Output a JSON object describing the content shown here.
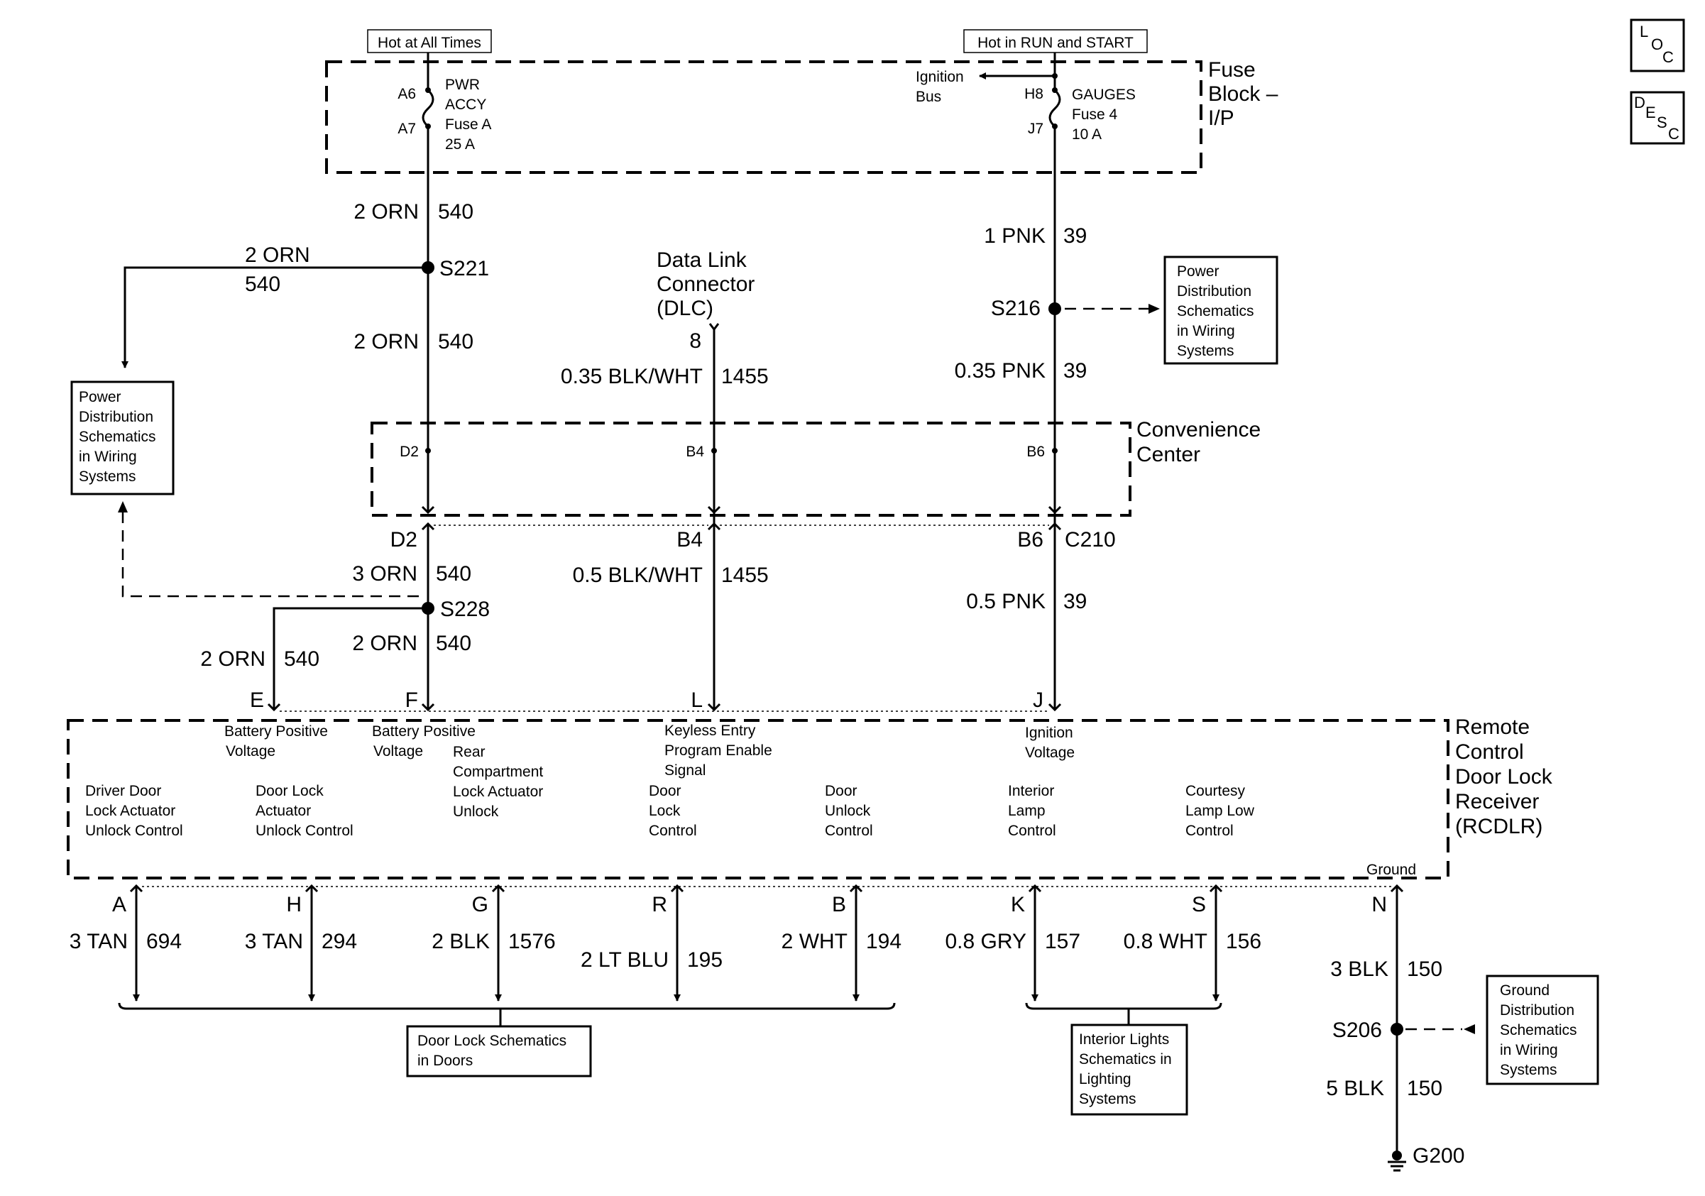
{
  "power": {
    "hot_all_times": "Hot at All Times",
    "hot_run_start": "Hot in RUN and START"
  },
  "fuse_block": {
    "title_1": "Fuse",
    "title_2": "Block –",
    "title_3": "I/P",
    "pwr_pin_in": "A6",
    "pwr_pin_out": "A7",
    "pwr_l1": "PWR",
    "pwr_l2": "ACCY",
    "pwr_l3": "Fuse A",
    "pwr_l4": "25 A",
    "ign_bus_1": "Ignition",
    "ign_bus_2": "Bus",
    "gauge_pin_in": "H8",
    "gauge_pin_out": "J7",
    "gauge_l1": "GAUGES",
    "gauge_l2": "Fuse 4",
    "gauge_l3": "10 A"
  },
  "wires": {
    "orn540_a_gauge": "2 ORN",
    "orn540_a_num": "540",
    "s221": "S221",
    "branch_gauge": "2 ORN",
    "branch_num": "540",
    "orn540_b_gauge": "2 ORN",
    "orn540_b_num": "540",
    "pnk39_a_gauge": "1 PNK",
    "pnk39_a_num": "39",
    "s216": "S216",
    "pnk39_b_gauge": "0.35 PNK",
    "pnk39_b_num": "39",
    "dlc_1": "Data Link",
    "dlc_2": "Connector",
    "dlc_3": "(DLC)",
    "dlc_pin": "8",
    "bw_a_gauge": "0.35 BLK/WHT",
    "bw_a_num": "1455",
    "conv_1": "Convenience",
    "conv_2": "Center",
    "cc_d2": "D2",
    "cc_b4": "B4",
    "cc_b6": "B6",
    "c210_d2": "D2",
    "c210_b4": "B4",
    "c210_b6": "B6",
    "c210": "C210",
    "orn540_c_gauge": "3 ORN",
    "orn540_c_num": "540",
    "bw_b_gauge": "0.5 BLK/WHT",
    "bw_b_num": "1455",
    "pnk39_c_gauge": "0.5 PNK",
    "pnk39_c_num": "39",
    "s228": "S228",
    "orn540_e_gauge": "2 ORN",
    "orn540_e_num": "540",
    "orn540_f_gauge": "2 ORN",
    "orn540_f_num": "540"
  },
  "refs": {
    "power_dist_left": [
      "Power",
      "Distribution",
      "Schematics",
      "in Wiring",
      "Systems"
    ],
    "power_dist_right": [
      "Power",
      "Distribution",
      "Schematics",
      "in Wiring",
      "Systems"
    ],
    "door_lock": [
      "Door Lock Schematics",
      "in Doors"
    ],
    "interior_lights": [
      "Interior Lights",
      "Schematics in",
      "Lighting",
      "Systems"
    ],
    "ground_dist": [
      "Ground",
      "Distribution",
      "Schematics",
      "in Wiring",
      "Systems"
    ]
  },
  "rcdlr": {
    "title": [
      "Remote",
      "Control",
      "Door Lock",
      "Receiver",
      "(RCDLR)"
    ],
    "pin_e": "E",
    "pin_f": "F",
    "pin_l": "L",
    "pin_j": "J",
    "in_e": [
      "Battery Positive",
      "Voltage"
    ],
    "in_f": [
      "Battery Positive",
      "Voltage"
    ],
    "in_l": [
      "Keyless Entry",
      "Program Enable",
      "Signal"
    ],
    "in_j": [
      "Ignition",
      "Voltage"
    ],
    "outputs": [
      {
        "pin": "A",
        "label": [
          "Driver Door",
          "Lock Actuator",
          "Unlock Control"
        ],
        "gauge": "3 TAN",
        "num": "694"
      },
      {
        "pin": "H",
        "label": [
          "Door Lock",
          "Actuator",
          "Unlock Control"
        ],
        "gauge": "3 TAN",
        "num": "294"
      },
      {
        "pin": "G",
        "label": [
          "Rear",
          "Compartment",
          "Lock Actuator",
          "Unlock"
        ],
        "gauge": "2 BLK",
        "num": "1576"
      },
      {
        "pin": "R",
        "label": [
          "Door",
          "Lock",
          "Control"
        ],
        "gauge": "2 LT BLU",
        "num": "195"
      },
      {
        "pin": "B",
        "label": [
          "Door",
          "Unlock",
          "Control"
        ],
        "gauge": "2 WHT",
        "num": "194"
      },
      {
        "pin": "K",
        "label": [
          "Interior",
          "Lamp",
          "Control"
        ],
        "gauge": "0.8 GRY",
        "num": "157"
      },
      {
        "pin": "S",
        "label": [
          "Courtesy",
          "Lamp Low",
          "Control"
        ],
        "gauge": "0.8 WHT",
        "num": "156"
      },
      {
        "pin": "N",
        "label": [
          "Ground"
        ],
        "gauge": "3 BLK",
        "num": "150"
      }
    ]
  },
  "ground": {
    "s206": "S206",
    "gauge": "5 BLK",
    "num": "150",
    "g200": "G200"
  },
  "icons": {
    "loc": [
      "L",
      "O",
      "C"
    ],
    "desc": [
      "D",
      "E",
      "S",
      "C"
    ]
  }
}
